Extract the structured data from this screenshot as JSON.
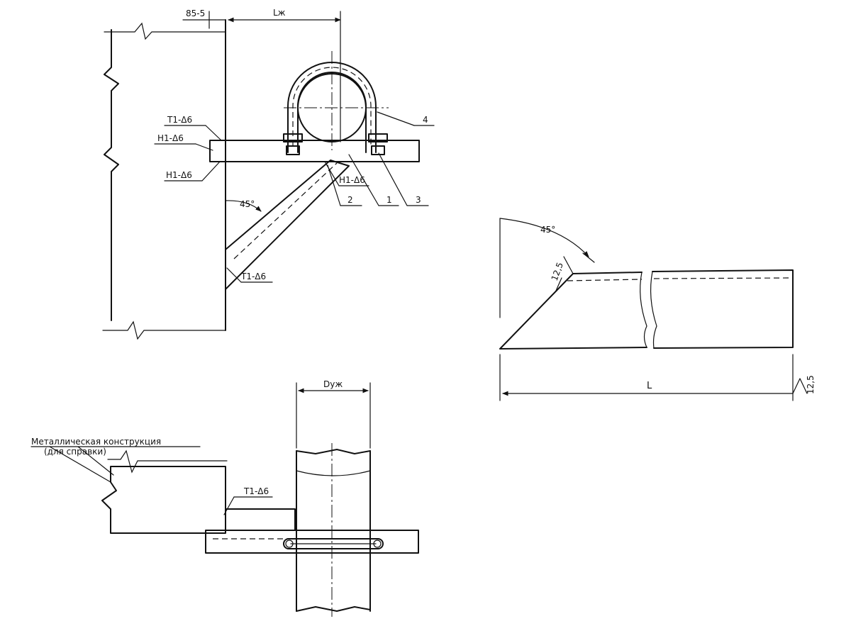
{
  "view_top": {
    "dim_offset": "85-5",
    "dim_length": "Lж",
    "weld_t1_top": "T1-Δ6",
    "weld_h1_top": "H1-Δ6",
    "weld_h1_bottom": "H1-Δ6",
    "weld_h1_brace": "H1-Δ6",
    "weld_t1_brace": "T1-Δ6",
    "angle": "45°",
    "callout_1": "1",
    "callout_2": "2",
    "callout_3": "3",
    "callout_4": "4"
  },
  "view_part": {
    "angle": "45°",
    "chamfer_left": "12,5",
    "chamfer_right": "12,5",
    "length": "L"
  },
  "view_plan": {
    "dim_diameter": "Dyж",
    "structure_label_line1": "Металлическая конструкция",
    "structure_label_line2": "(для справки)",
    "weld_t1": "T1-Δ6"
  }
}
